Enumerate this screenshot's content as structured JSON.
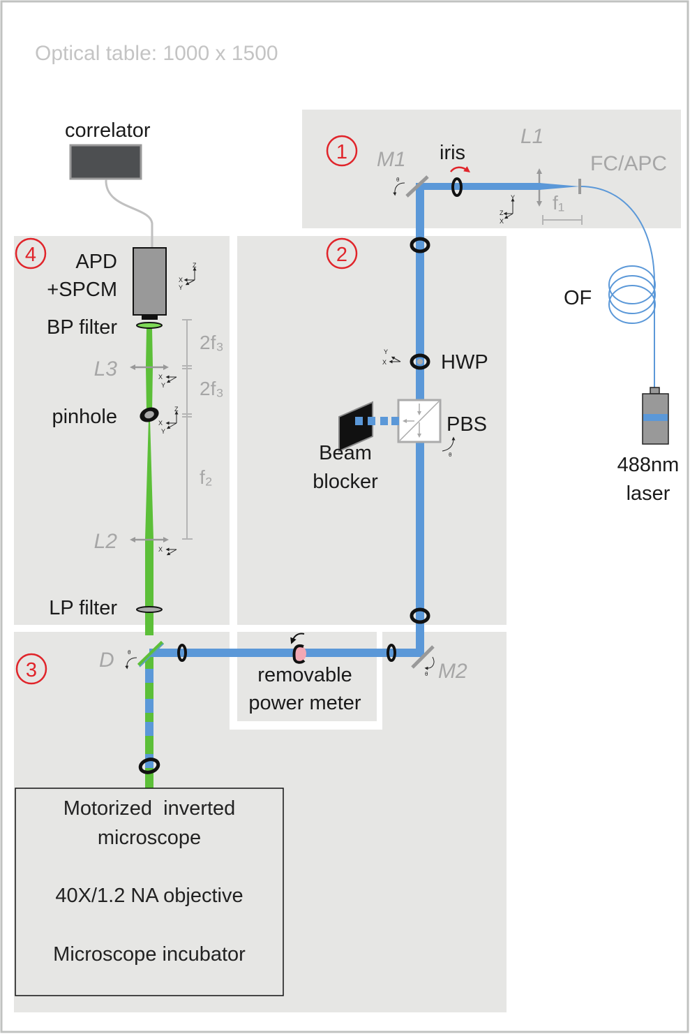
{
  "title": "Optical table: 1000 x 1500",
  "colors": {
    "border": "#c0c2c0",
    "panel": "#e6e6e4",
    "beam_blue": "#5b98d8",
    "beam_green": "#5cbf38",
    "section_marker": "#e0242a",
    "component_gray": "#999999",
    "label_gray": "#a6a6a6",
    "text": "#1a1a1a",
    "detector_body": "#999999",
    "correlator_body": "#4d4f51",
    "power_meter": "#f2a8b4"
  },
  "sections": [
    {
      "id": "1",
      "marker": "1"
    },
    {
      "id": "2",
      "marker": "2"
    },
    {
      "id": "3",
      "marker": "3"
    },
    {
      "id": "4",
      "marker": "4"
    }
  ],
  "components": {
    "correlator": "correlator",
    "apd_line1": "APD",
    "apd_line2": "+SPCM",
    "bp_filter": "BP filter",
    "l3": "L3",
    "pinhole": "pinhole",
    "l2": "L2",
    "lp_filter": "LP filter",
    "dichroic": "D",
    "power_meter_line1": "removable",
    "power_meter_line2": "power meter",
    "m2": "M2",
    "hwp": "HWP",
    "pbs": "PBS",
    "beam_blocker_line1": "Beam",
    "beam_blocker_line2": "blocker",
    "m1": "M1",
    "iris": "iris",
    "l1": "L1",
    "fc_apc": "FC/APC",
    "f1": "f₁",
    "of": "OF",
    "laser_line1": "488nm",
    "laser_line2": "laser"
  },
  "dimensions": {
    "f3_upper": "2f₃",
    "f3_lower": "2f₃",
    "f2": "f₂"
  },
  "axes_labels": {
    "x": "X",
    "y": "Y",
    "z": "Z",
    "theta": "θ"
  },
  "microscope": {
    "line1": "Motorized  inverted",
    "line2": "microscope",
    "line3": "40X/1.2 NA objective",
    "line4": "Microscope incubator"
  }
}
